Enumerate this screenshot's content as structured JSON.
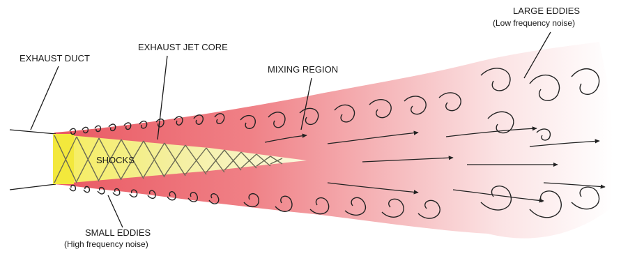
{
  "labels": {
    "exhaust_duct": "EXHAUST DUCT",
    "exhaust_jet_core": "EXHAUST JET CORE",
    "mixing_region": "MIXING REGION",
    "large_eddies": "LARGE EDDIES",
    "large_eddies_note": "(Low frequency noise)",
    "shocks": "SHOCKS",
    "small_eddies": "SMALL EDDIES",
    "small_eddies_note": "(High frequency noise)"
  },
  "colors": {
    "core_yellow": "#f6f07a",
    "core_pale": "#f8f4c0",
    "jet_red": "#ef7a80",
    "jet_pink": "#f5b5b8",
    "jet_fade": "#fbe2e3"
  }
}
